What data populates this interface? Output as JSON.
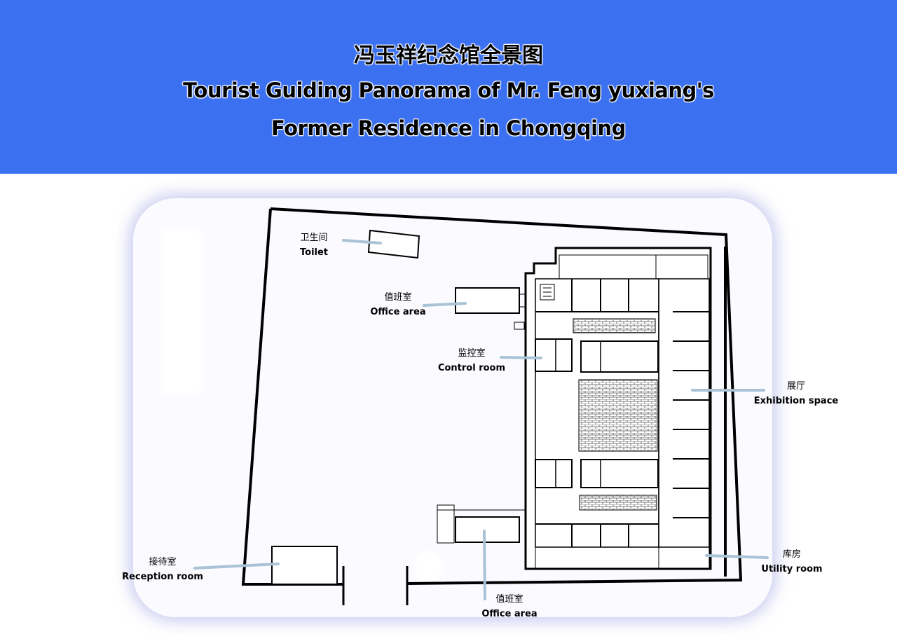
{
  "header": {
    "title_cn": "冯玉祥纪念馆全景图",
    "title_en_line1": "Tourist Guiding Panorama of Mr. Feng yuxiang's",
    "title_en_line2": "Former Residence in Chongqing",
    "background_color": "#3b71f1"
  },
  "map": {
    "labels": {
      "toilet": {
        "cn": "卫生间",
        "en": "Toilet"
      },
      "office_top": {
        "cn": "值班室",
        "en": "Office area"
      },
      "control": {
        "cn": "监控室",
        "en": "Control room"
      },
      "exhibition": {
        "cn": "展厅",
        "en": "Exhibition space"
      },
      "utility": {
        "cn": "库房",
        "en": "Utility room"
      },
      "reception": {
        "cn": "接待室",
        "en": "Reception room"
      },
      "office_bottom": {
        "cn": "值班室",
        "en": "Office area"
      }
    },
    "leader_color": "#a9c3d6"
  }
}
